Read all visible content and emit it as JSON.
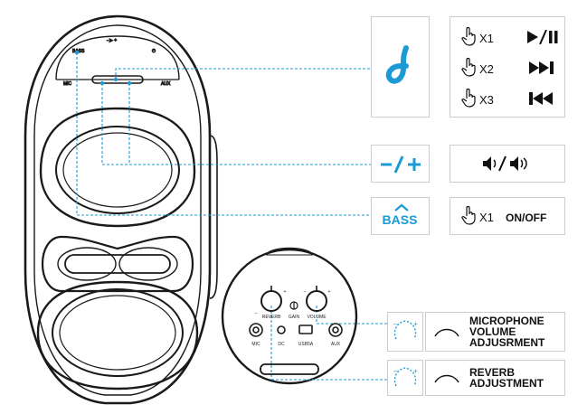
{
  "buttons": {
    "press_1": "X1",
    "press_2": "X2",
    "press_3": "X3",
    "press_power": "X1",
    "power_label": "ON/OFF",
    "bass_label": "BASS"
  },
  "adjustments": {
    "microphone_volume": [
      "MICROPHONE",
      "VOLUME",
      "ADJUSRMENT"
    ],
    "reverb": [
      "REVERB",
      "ADJUSTMENT"
    ]
  },
  "panel_labels": {
    "reverb": "REVERB",
    "volume": "VOLUME",
    "mic": "MIC",
    "dc": "DC",
    "usb": "USB5A",
    "aux": "AUX",
    "gain": "GAIN",
    "minus": "–",
    "plus": "+"
  },
  "icons": {
    "brand": "soundcore-logo-icon",
    "play_pause": "play-pause-icon",
    "next": "next-track-icon",
    "previous": "previous-track-icon",
    "volume_minus_plus": "volume-minus-plus-icon",
    "speaker_volume": "speaker-volume-icon",
    "bass_boost": "bass-boost-icon",
    "knob": "knob-rotate-icon",
    "hand": "hand-press-icon"
  },
  "colors": {
    "accent": "#1b9ad6",
    "border": "#c9ced3",
    "dark": "#111111"
  }
}
